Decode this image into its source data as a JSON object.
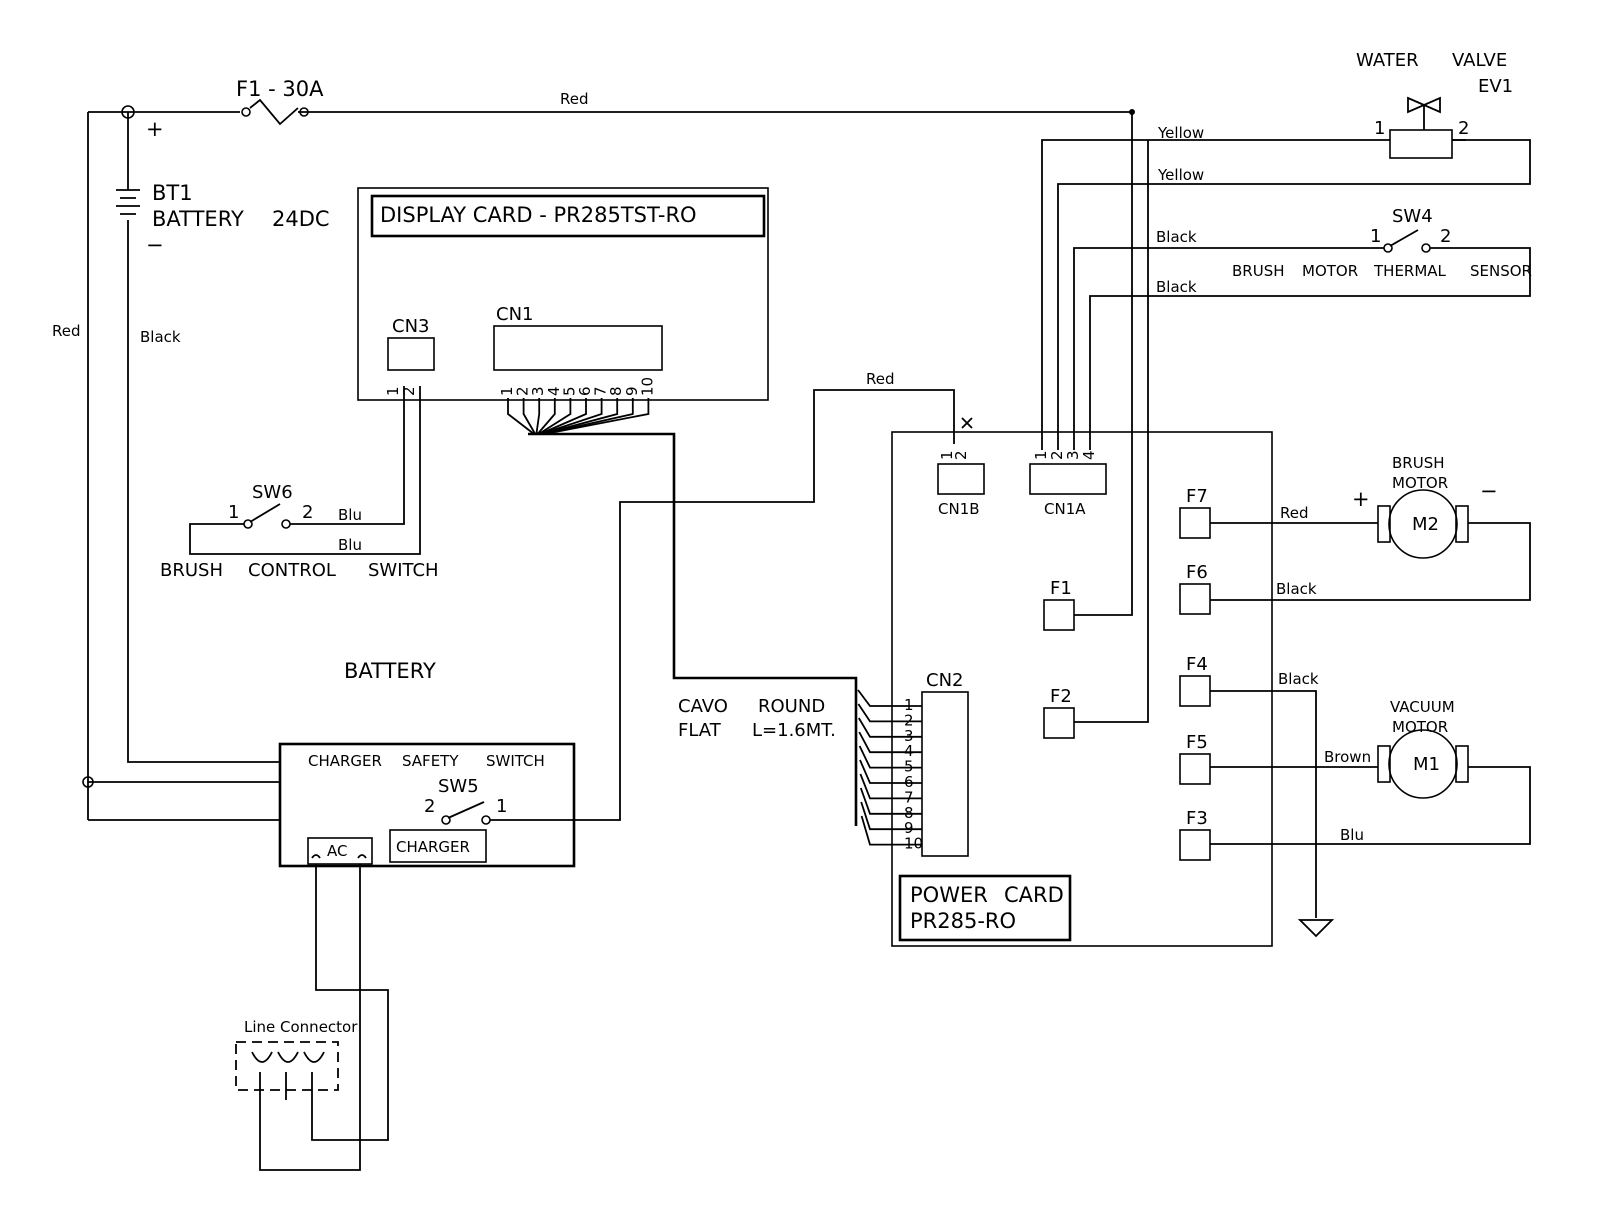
{
  "fuse_f1": "F1  -  30A",
  "battery": {
    "ref": "BT1",
    "name": "BATTERY",
    "voltage": "24DC",
    "plus": "+",
    "minus": "−"
  },
  "display_card": {
    "title": "DISPLAY   CARD   -  PR285TST-RO",
    "cn3": "CN3",
    "cn1": "CN1"
  },
  "pins_1_2": [
    "1",
    "2"
  ],
  "pins_1_4": [
    "1",
    "2",
    "3",
    "4"
  ],
  "pins_1_10": [
    "1",
    "2",
    "3",
    "4",
    "5",
    "6",
    "7",
    "8",
    "9",
    "10"
  ],
  "sw6": {
    "ref": "SW6",
    "p1": "1",
    "p2": "2",
    "caption": [
      "BRUSH",
      "CONTROL",
      "SWITCH"
    ]
  },
  "battery_label": "BATTERY",
  "safety_box": {
    "caption": [
      "CHARGER",
      "SAFETY",
      "SWITCH"
    ],
    "sw5": "SW5",
    "p2": "2",
    "p1": "1",
    "ac": "AC",
    "charger": "CHARGER"
  },
  "line_connector": "Line Connector",
  "cable": {
    "line1": [
      "CAVO",
      "ROUND"
    ],
    "line2": [
      "FLAT",
      "L=1.6MT."
    ]
  },
  "power_card": {
    "title": [
      "POWER",
      "CARD"
    ],
    "model": "PR285-RO",
    "cn1b": "CN1B",
    "cn1a": "CN1A",
    "cn2": "CN2",
    "fuses": [
      "F1",
      "F2",
      "F3",
      "F4",
      "F5",
      "F6",
      "F7"
    ]
  },
  "water_valve": {
    "words": [
      "WATER",
      "VALVE"
    ],
    "ref": "EV1",
    "p1": "1",
    "p2": "2"
  },
  "sw4": {
    "ref": "SW4",
    "p1": "1",
    "p2": "2",
    "caption": [
      "BRUSH",
      "MOTOR",
      "THERMAL",
      "SENSOR"
    ]
  },
  "brush_motor": {
    "label": [
      "BRUSH",
      "MOTOR"
    ],
    "ref": "M2",
    "plus": "+",
    "minus": "−"
  },
  "vacuum_motor": {
    "label": [
      "VACUUM",
      "MOTOR"
    ],
    "ref": "M1"
  },
  "wires": {
    "red": "Red",
    "black": "Black",
    "blu": "Blu",
    "yellow": "Yellow",
    "brown": "Brown"
  }
}
